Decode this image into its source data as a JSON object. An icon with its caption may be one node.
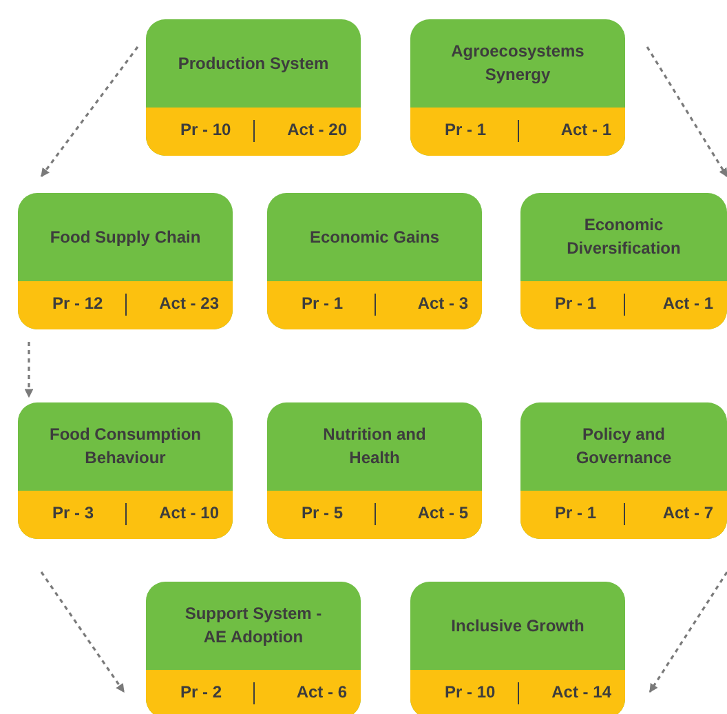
{
  "diagram": {
    "nodes": [
      {
        "text": [
          "Production System",
          "Pr - 10",
          "Act - 20"
        ]
      },
      {
        "text": [
          "Agroecosystems Synergy",
          "Pr - 1",
          "Act - 1"
        ]
      },
      {
        "text": [
          "Food Supply Chain",
          "Pr - 12",
          "Act - 23"
        ]
      },
      {
        "text": [
          "Economic Gains",
          "Pr - 1",
          "Act - 3"
        ]
      },
      {
        "text": [
          "Economic Diversification",
          "Pr - 1",
          "Act - 1"
        ]
      },
      {
        "text": [
          "Food Consumption Behaviour",
          "Pr - 3",
          "Act - 10"
        ]
      },
      {
        "text": [
          "Nutrition and Health",
          "Pr - 5",
          "Act - 5"
        ]
      },
      {
        "text": [
          "Policy and Governance",
          "Pr - 1",
          "Act - 7"
        ]
      },
      {
        "text": [
          "Support System - AE Adoption",
          "Pr - 2",
          "Act - 6"
        ]
      },
      {
        "text": [
          "Inclusive Growth",
          "Pr - 10",
          "Act - 14"
        ]
      }
    ],
    "edges": [
      {
        "from": 0,
        "to": 2,
        "arrow": "to",
        "style": "dashed"
      },
      {
        "from": 2,
        "to": 5,
        "arrow": "to",
        "style": "dashed"
      },
      {
        "from": 5,
        "to": 8,
        "arrow": "to",
        "style": "dashed"
      },
      {
        "from": 1,
        "to": 4,
        "arrow": "to",
        "style": "dashed"
      },
      {
        "from": 7,
        "to": 9,
        "arrow": "to",
        "style": "dashed"
      }
    ]
  }
}
